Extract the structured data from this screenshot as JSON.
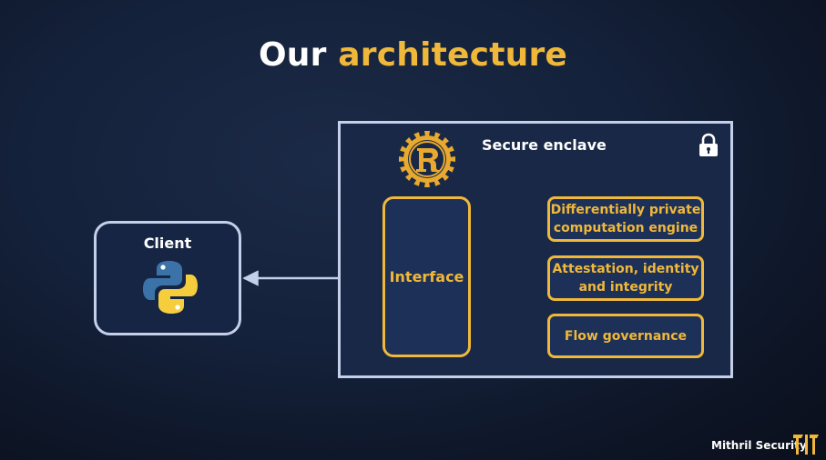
{
  "title": {
    "part1": "Our",
    "part2": "architecture"
  },
  "client": {
    "label": "Client",
    "logo_icon": "python-logo-icon"
  },
  "enclave": {
    "label": "Secure enclave",
    "lock_icon": "lock-icon",
    "rust_icon": "rust-logo-icon"
  },
  "interface": {
    "label": "Interface"
  },
  "modules": [
    {
      "line1": "Differentially private",
      "line2": "computation engine"
    },
    {
      "line1": "Attestation, identity",
      "line2": "and integrity"
    },
    {
      "line1": "Flow governance",
      "line2": ""
    }
  ],
  "brand": {
    "name": "Mithril Security",
    "logo_icon": "mithril-logo-icon"
  },
  "colors": {
    "accent": "#f0b83a",
    "border": "#c4d0ea",
    "background": "#14213a"
  }
}
